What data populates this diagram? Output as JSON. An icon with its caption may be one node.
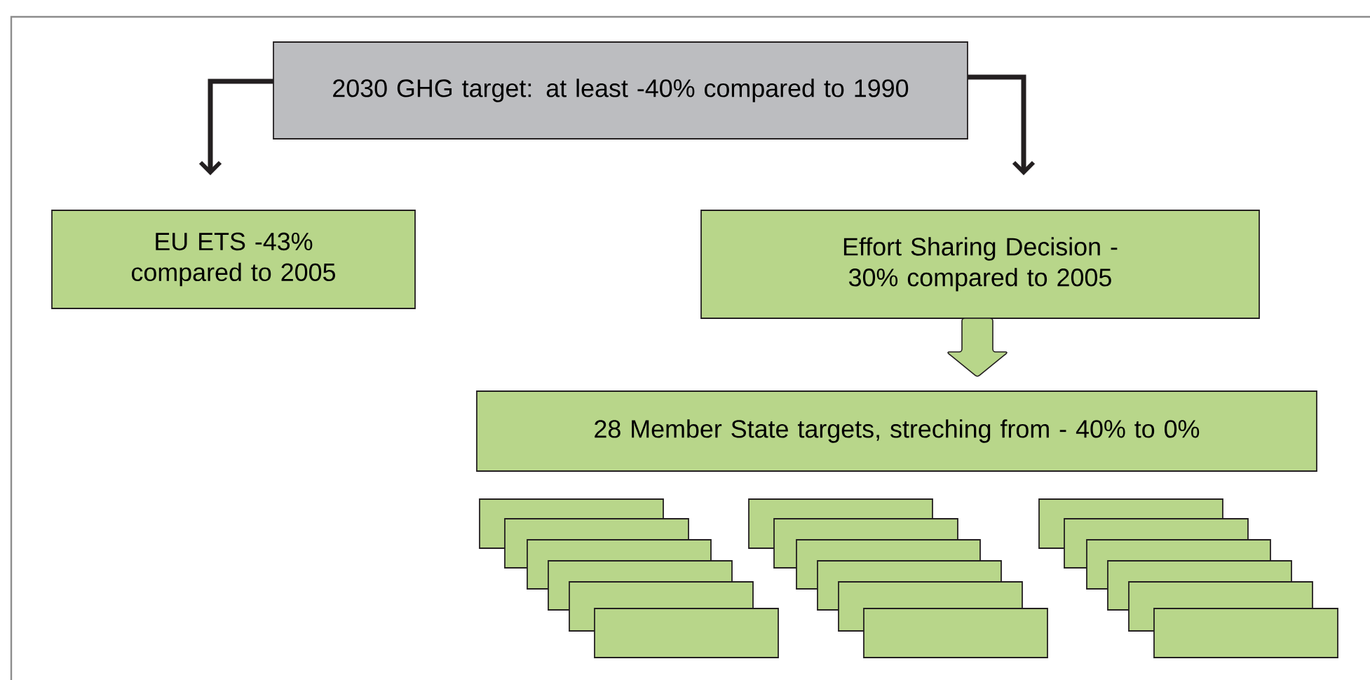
{
  "diagram": {
    "nodes": [
      {
        "text": [
          "2030 GHG target: at least -40% compared to 1990"
        ]
      },
      {
        "text": [
          "EU ETS -43% compared to 2005"
        ]
      },
      {
        "text": [
          "Effort Sharing Decision -30% compared to 2005"
        ]
      },
      {
        "text": [
          "28 Member State targets, streching from - 40% to 0%"
        ]
      },
      {
        "text": [],
        "shape": "box"
      },
      {
        "text": [],
        "shape": "box"
      },
      {
        "text": [],
        "shape": "box"
      },
      {
        "text": [],
        "shape": "box"
      },
      {
        "text": [],
        "shape": "box"
      },
      {
        "text": [],
        "shape": "box"
      },
      {
        "text": [],
        "shape": "box"
      },
      {
        "text": [],
        "shape": "box"
      },
      {
        "text": [],
        "shape": "box"
      },
      {
        "text": [],
        "shape": "box"
      },
      {
        "text": [],
        "shape": "box"
      },
      {
        "text": [],
        "shape": "box"
      },
      {
        "text": [],
        "shape": "box"
      },
      {
        "text": [],
        "shape": "box"
      },
      {
        "text": [],
        "shape": "box"
      },
      {
        "text": [],
        "shape": "box"
      },
      {
        "text": [],
        "shape": "box"
      },
      {
        "text": [],
        "shape": "box"
      }
    ],
    "edges": [
      {
        "from": 0,
        "to": 1,
        "arrow": "to"
      },
      {
        "from": 0,
        "to": 2,
        "arrow": "to"
      },
      {
        "from": 2,
        "to": 3,
        "arrow": "to",
        "style": "thick",
        "color": "#b8d68a"
      }
    ]
  }
}
